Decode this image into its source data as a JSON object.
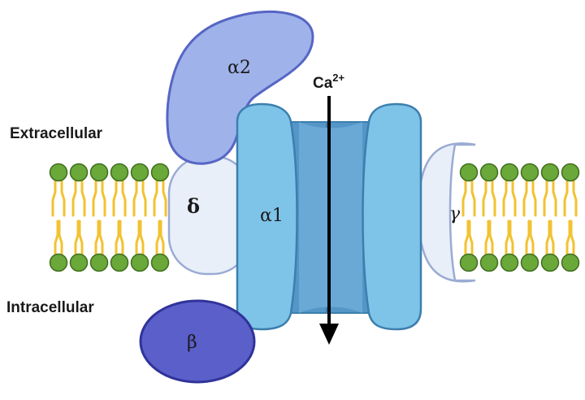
{
  "labels": {
    "extracellular": "Extracellular",
    "intracellular": "Intracellular",
    "alpha2": "α2",
    "alpha1": "α1",
    "delta": "δ",
    "gamma": "γ",
    "beta": "β",
    "ion": "Ca",
    "ion_charge": "2+"
  },
  "colors": {
    "alpha2_fill": "#9fb2ea",
    "alpha2_stroke": "#5666c4",
    "alpha1_fill": "#7ec3e8",
    "alpha1_stroke": "#3c7fae",
    "alpha1_inner": "#5596c8",
    "delta_fill": "#e9eff9",
    "delta_stroke": "#9aabd3",
    "beta_fill": "#5a5fc9",
    "beta_stroke": "#30339a",
    "lipid_head": "#6aa83a",
    "lipid_tail": "#f2c230",
    "arrow": "#000000"
  }
}
